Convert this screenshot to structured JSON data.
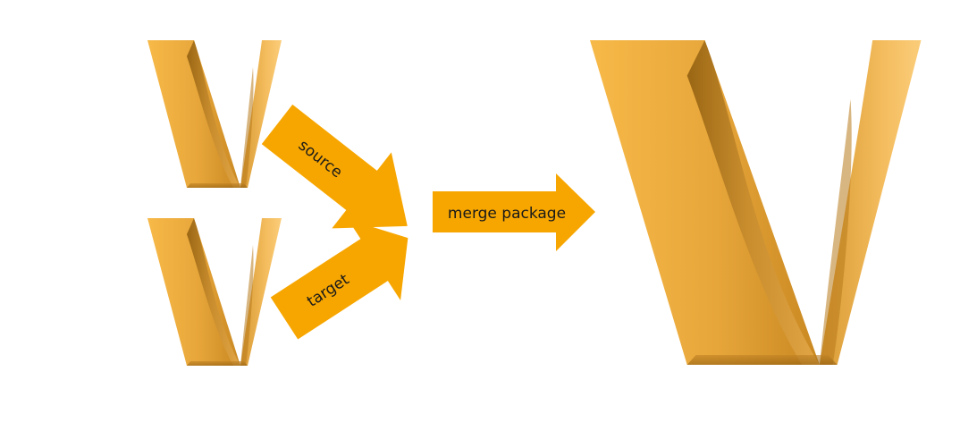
{
  "diagram": {
    "nodes": [
      {
        "id": "source-v",
        "shape": "v-logo"
      },
      {
        "id": "target-v",
        "shape": "v-logo"
      },
      {
        "id": "merged-v",
        "shape": "v-logo"
      }
    ],
    "arrows": [
      {
        "from": "source-v",
        "to": "merge",
        "label": "source"
      },
      {
        "from": "target-v",
        "to": "merge",
        "label": "target"
      },
      {
        "from": "merge",
        "to": "merged-v",
        "label": "merge package"
      }
    ],
    "colors": {
      "arrow": "#f7a600",
      "logo_light": "#f9c464",
      "logo_mid": "#e7a63a",
      "logo_dark": "#a86d10",
      "label_text": "#1a1a1a"
    }
  }
}
